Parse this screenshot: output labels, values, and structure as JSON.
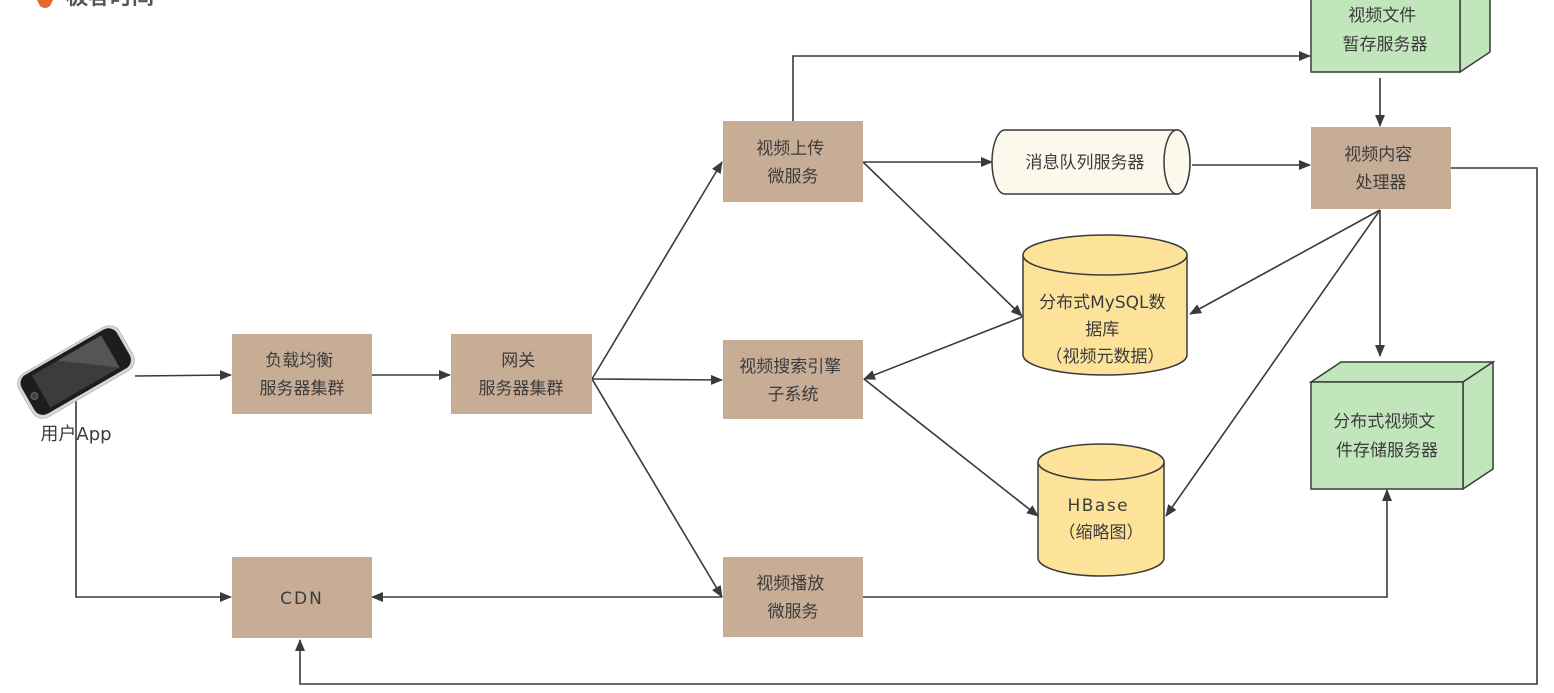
{
  "logo": {
    "text": "极客时间",
    "color": "#e8672a"
  },
  "colors": {
    "service_box": "#c8ad96",
    "storage_green": "#c2e6bc",
    "db_yellow": "#fde39a",
    "queue_cream": "#fbf8ec",
    "line": "#3a3a3a"
  },
  "nodes": {
    "user_app": {
      "label": "用户App"
    },
    "load_balancer": {
      "lines": [
        "负载均衡",
        "服务器集群"
      ]
    },
    "gateway": {
      "lines": [
        "网关",
        "服务器集群"
      ]
    },
    "upload_service": {
      "lines": [
        "视频上传",
        "微服务"
      ]
    },
    "search_engine": {
      "lines": [
        "视频搜索引擎",
        "子系统"
      ]
    },
    "play_service": {
      "lines": [
        "视频播放",
        "微服务"
      ]
    },
    "cdn": {
      "lines": [
        "CDN"
      ]
    },
    "message_queue": {
      "lines": [
        "消息队列服务器"
      ]
    },
    "mysql": {
      "lines": [
        "分布式MySQL数",
        "据库",
        "（视频元数据）"
      ]
    },
    "hbase": {
      "lines": [
        "HBase",
        "（缩略图）"
      ]
    },
    "temp_storage": {
      "lines": [
        "视频文件",
        "暂存服务器"
      ]
    },
    "content_processor": {
      "lines": [
        "视频内容",
        "处理器"
      ]
    },
    "distributed_storage": {
      "lines": [
        "分布式视频文",
        "件存储服务器"
      ]
    }
  },
  "edges": [
    {
      "from": "user_app",
      "to": "load_balancer"
    },
    {
      "from": "load_balancer",
      "to": "gateway"
    },
    {
      "from": "gateway",
      "to": "upload_service"
    },
    {
      "from": "gateway",
      "to": "search_engine"
    },
    {
      "from": "gateway",
      "to": "play_service"
    },
    {
      "from": "upload_service",
      "to": "temp_storage"
    },
    {
      "from": "upload_service",
      "to": "message_queue"
    },
    {
      "from": "upload_service",
      "to": "mysql"
    },
    {
      "from": "message_queue",
      "to": "content_processor"
    },
    {
      "from": "temp_storage",
      "to": "content_processor"
    },
    {
      "from": "content_processor",
      "to": "mysql"
    },
    {
      "from": "content_processor",
      "to": "hbase"
    },
    {
      "from": "content_processor",
      "to": "distributed_storage"
    },
    {
      "from": "content_processor",
      "to": "cdn"
    },
    {
      "from": "mysql",
      "to": "search_engine"
    },
    {
      "from": "search_engine",
      "to": "hbase"
    },
    {
      "from": "play_service",
      "to": "cdn"
    },
    {
      "from": "play_service",
      "to": "distributed_storage"
    },
    {
      "from": "user_app",
      "to": "cdn"
    }
  ]
}
